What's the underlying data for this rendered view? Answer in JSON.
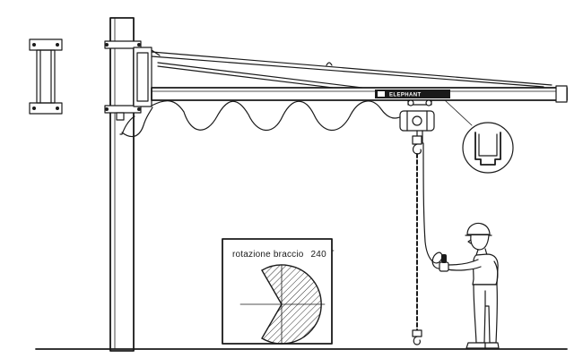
{
  "brand": {
    "name": "ELEPHANT"
  },
  "rotation_inset": {
    "label": "rotazione braccio",
    "angle": "240",
    "unit": "°"
  }
}
